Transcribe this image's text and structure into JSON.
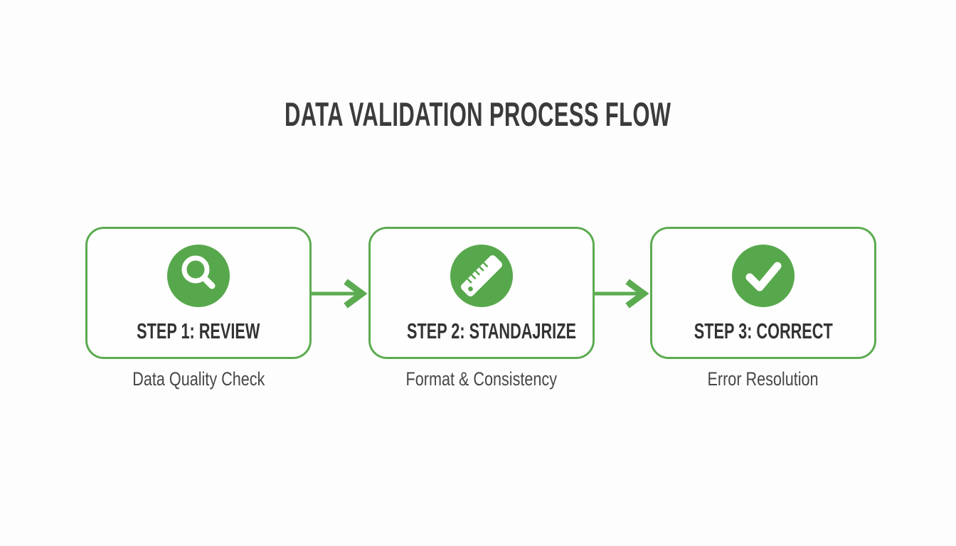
{
  "title": "DATA VALIDATION PROCESS FLOW",
  "colors": {
    "accent_green": "#57a84c",
    "border_green": "#5cab51",
    "title_text": "#3b3b3b",
    "label_text": "#333333",
    "caption_text": "#474747",
    "background": "#fdfdfd",
    "icon_color": "#ffffff"
  },
  "steps": [
    {
      "label": "STEP 1: REVIEW",
      "caption": "Data Quality Check",
      "icon": "magnifier-icon"
    },
    {
      "label": "STEP 2: STANDAJRIZE",
      "caption": "Format & Consistency",
      "icon": "ruler-icon"
    },
    {
      "label": "STEP 3: CORRECT",
      "caption": "Error Resolution",
      "icon": "check-icon"
    }
  ],
  "connectors": [
    {
      "name": "arrow-1",
      "direction": "right"
    },
    {
      "name": "arrow-2",
      "direction": "right"
    }
  ]
}
